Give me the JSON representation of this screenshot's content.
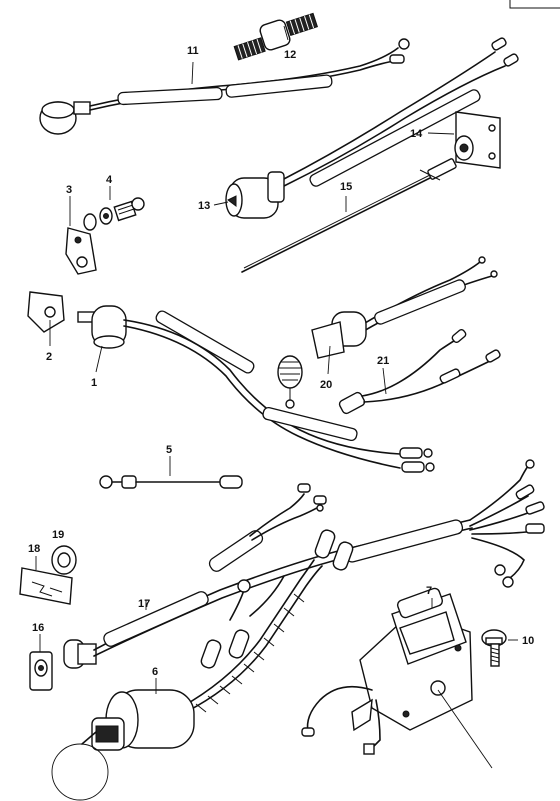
{
  "labels": {
    "p1": "1",
    "p2": "2",
    "p3": "3",
    "p4": "4",
    "p5": "5",
    "p6": "6",
    "p7": "7",
    "p10": "10",
    "p11": "11",
    "p12": "12",
    "p13": "13",
    "p14": "14",
    "p15": "15",
    "p16": "16",
    "p17": "17",
    "p18": "18",
    "p19": "19",
    "p20": "20",
    "p21": "21"
  }
}
